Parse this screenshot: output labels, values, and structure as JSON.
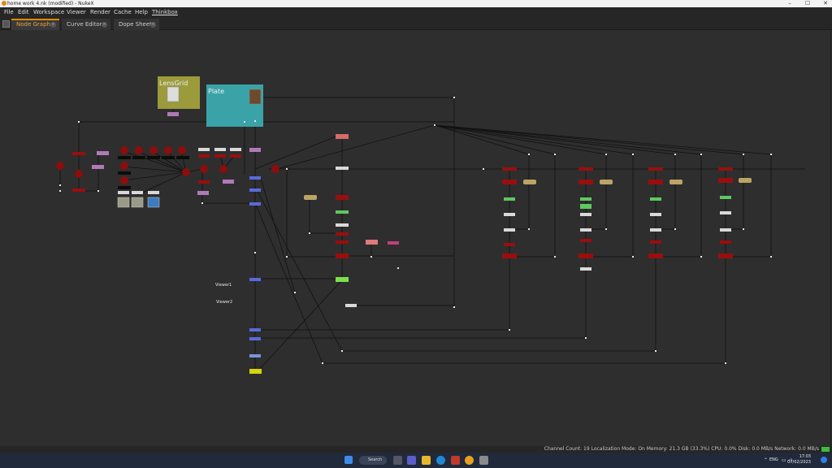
{
  "window": {
    "title": "home work 4.nk (modified) - NukeX",
    "minimize": "–",
    "maximize": "☐",
    "close": "✕"
  },
  "menu": [
    "File",
    "Edit",
    "Workspace",
    "Viewer",
    "Render",
    "Cache",
    "Help",
    "Thinkbox"
  ],
  "tabs": [
    {
      "label": "Node Graph",
      "active": true
    },
    {
      "label": "Curve Editor",
      "active": false
    },
    {
      "label": "Dope Sheet",
      "active": false
    }
  ],
  "tab_close": "×",
  "graph": {
    "backdrops": [
      {
        "label": "LensGrid",
        "color": "#9b9b3c"
      },
      {
        "label": "Plate",
        "color": "#3aa3a8"
      }
    ],
    "viewers": [
      "Viewer1",
      "Viewer2"
    ]
  },
  "status": {
    "text": "Channel Count: 19  Localization Mode: On  Memory: 21.3 GB (33.3%)  CPU: 0.0%  Disk: 0.0 MB/s  Network: 0.0 MB/s"
  },
  "taskbar": {
    "search": "Search",
    "time": "17:03",
    "date": "07/02/2023",
    "lang": "ENG"
  },
  "colors": {
    "accent": "#e08a00",
    "node_red": "#8b0d0d",
    "link": "#111111"
  }
}
